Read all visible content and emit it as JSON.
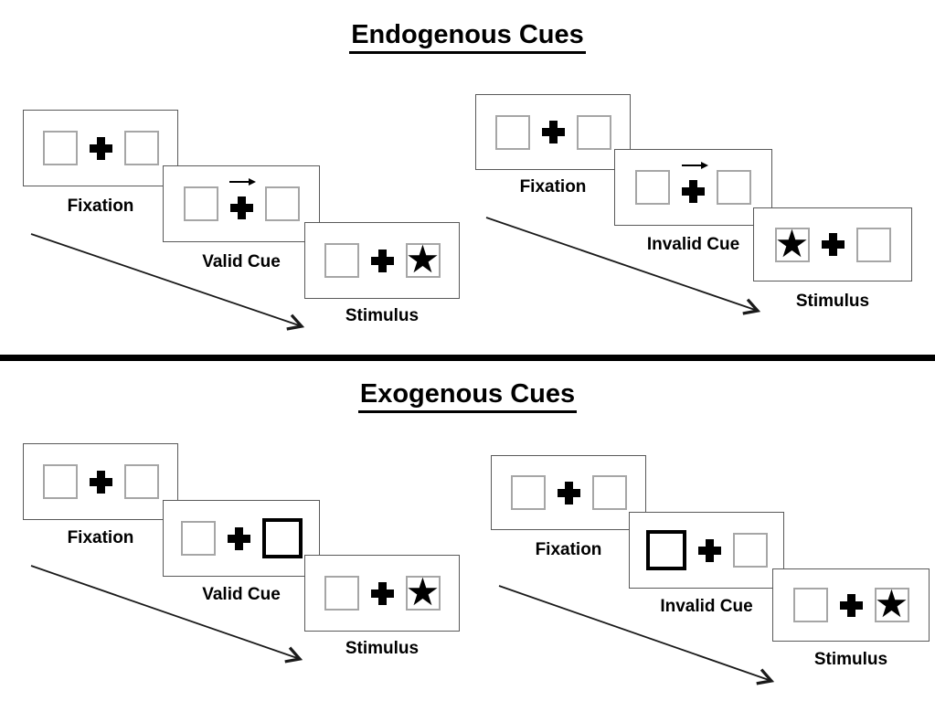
{
  "colors": {
    "background": "#ffffff",
    "panel_border": "#595959",
    "box_border": "#a6a6a6",
    "ink": "#000000"
  },
  "icons": {
    "star": "★",
    "fixation_cross": "plus-cross",
    "endogenous_cue": "small-right-arrow",
    "progression": "diagonal-arrow-down-right"
  },
  "sections": [
    {
      "title": "Endogenous Cues",
      "sequences": [
        {
          "type": "valid",
          "steps": [
            {
              "label": "Fixation",
              "cue": "none",
              "star": "none"
            },
            {
              "label": "Valid Cue",
              "cue": "central-arrow-right",
              "star": "none"
            },
            {
              "label": "Stimulus",
              "cue": "none",
              "star": "right-box"
            }
          ]
        },
        {
          "type": "invalid",
          "steps": [
            {
              "label": "Fixation",
              "cue": "none",
              "star": "none"
            },
            {
              "label": "Invalid Cue",
              "cue": "central-arrow-right",
              "star": "none"
            },
            {
              "label": "Stimulus",
              "cue": "none",
              "star": "left-box"
            }
          ]
        }
      ]
    },
    {
      "title": "Exogenous Cues",
      "sequences": [
        {
          "type": "valid",
          "steps": [
            {
              "label": "Fixation",
              "cue": "none",
              "star": "none"
            },
            {
              "label": "Valid Cue",
              "cue": "thick-right-box",
              "star": "none"
            },
            {
              "label": "Stimulus",
              "cue": "none",
              "star": "right-box"
            }
          ]
        },
        {
          "type": "invalid",
          "steps": [
            {
              "label": "Fixation",
              "cue": "none",
              "star": "none"
            },
            {
              "label": "Invalid Cue",
              "cue": "thick-left-box",
              "star": "none"
            },
            {
              "label": "Stimulus",
              "cue": "none",
              "star": "right-box"
            }
          ]
        }
      ]
    }
  ]
}
